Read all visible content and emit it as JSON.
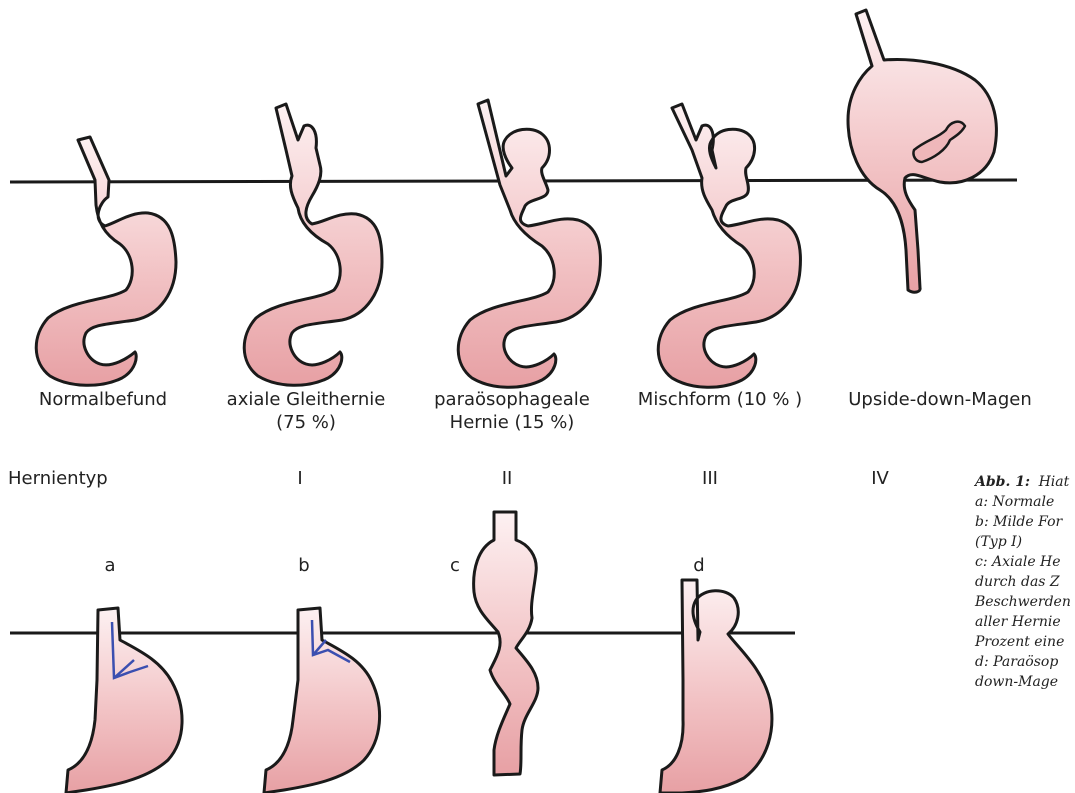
{
  "labels": {
    "normal": "Normalbefund",
    "axial_1": "axiale Gleithernie",
    "axial_2": "(75 %)",
    "para_1": "paraösophageale",
    "para_2": "Hernie (15 %)",
    "mixed": "Mischform (10 % )",
    "upside": "Upside-down-Magen"
  },
  "types": {
    "heading": "Hernientyp",
    "t1": "I",
    "t2": "II",
    "t3": "III",
    "t4": "IV"
  },
  "panels": {
    "a": "a",
    "b": "b",
    "c": "c",
    "d": "d"
  },
  "caption": {
    "title": "Abb. 1:",
    "title_rest": "Hiat",
    "lines": [
      "a: Normale",
      "b: Milde For",
      "(Typ I)",
      "c: Axiale He",
      "durch das Z",
      "Beschwerden",
      "aller Hernie",
      "Prozent eine",
      "d: Paraösop",
      "down-Mage"
    ]
  },
  "colors": {
    "stomach_top": "#fbeaec",
    "stomach_bottom": "#e8a3a6",
    "outline": "#1a1a1a",
    "angle_lines": "#3b4fb0"
  }
}
